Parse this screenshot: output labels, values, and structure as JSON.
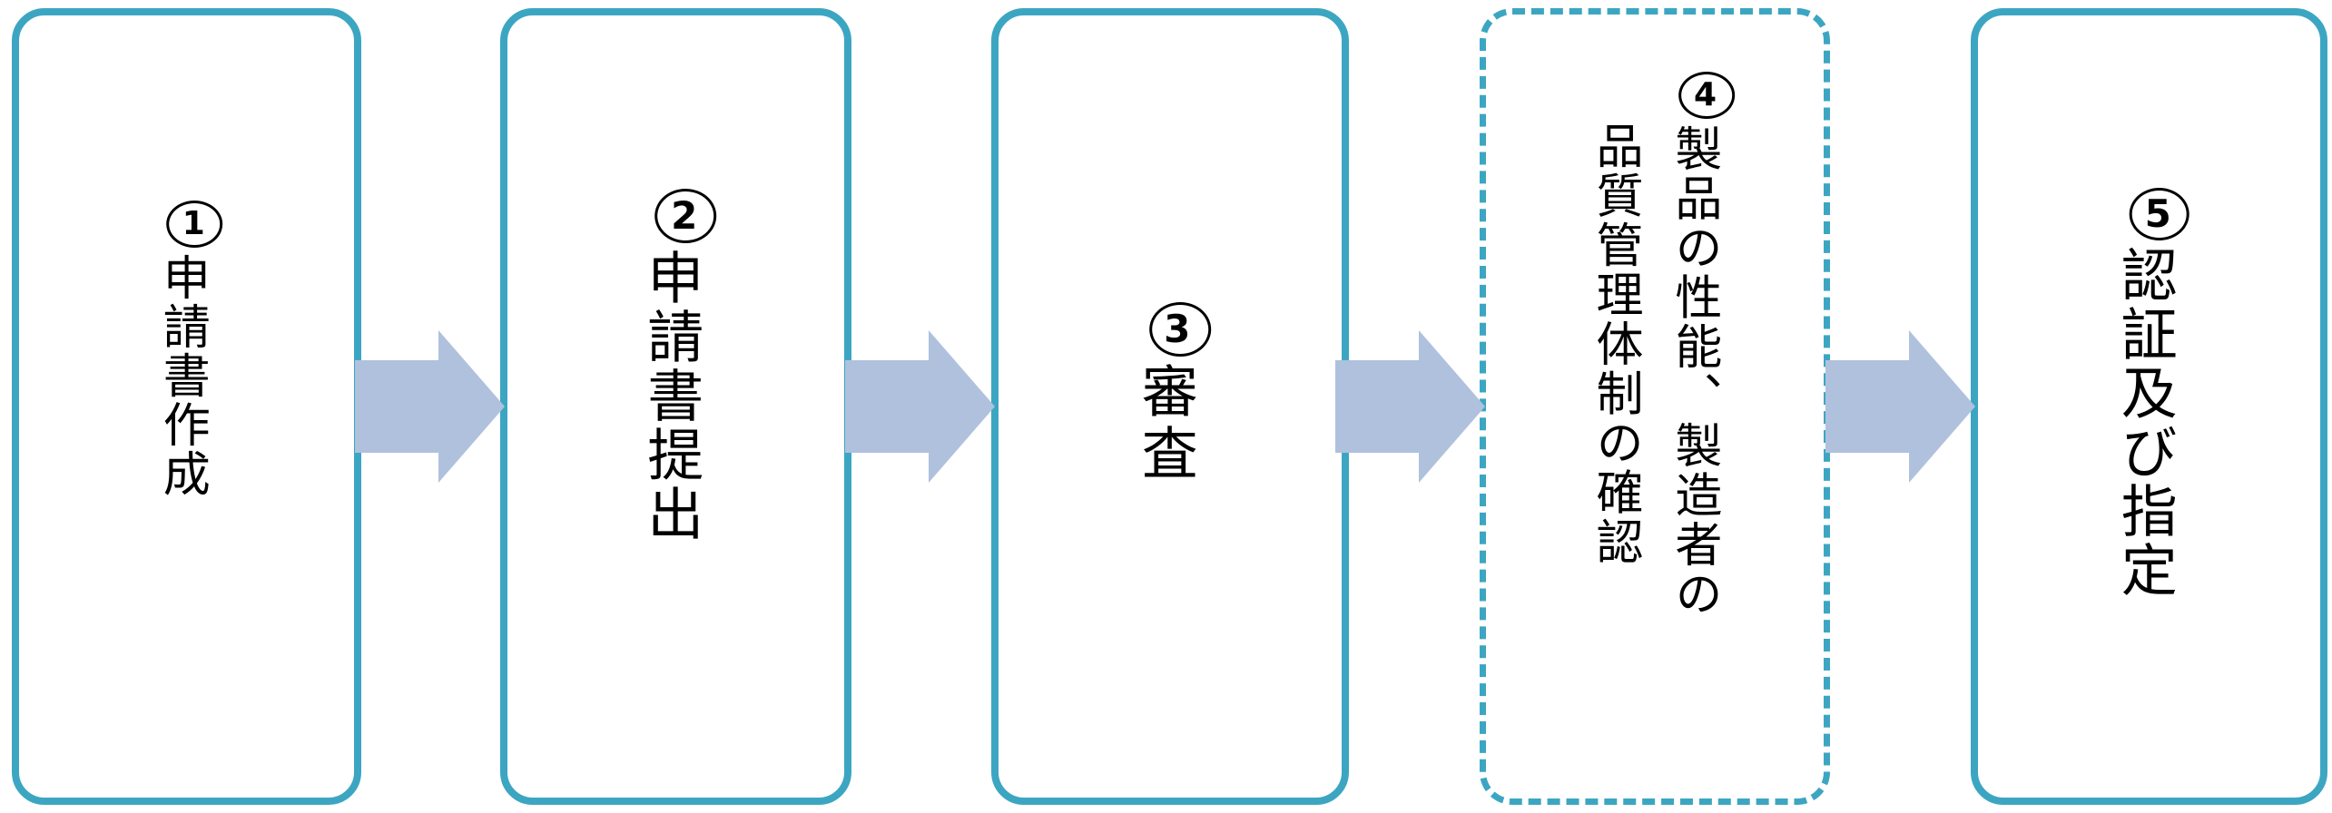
{
  "diagram": {
    "type": "horizontal-flow",
    "direction": "left-to-right",
    "steps": [
      {
        "number": "①",
        "label": "申請書作成",
        "border": "solid"
      },
      {
        "number": "②",
        "label": "申請書提出",
        "border": "solid"
      },
      {
        "number": "③",
        "label": "審査",
        "border": "solid"
      },
      {
        "number": "④",
        "label": "製品の性能、製造者の品質管理体制の確認",
        "border": "dashed"
      },
      {
        "number": "⑤",
        "label": "認証及び指定",
        "border": "solid"
      }
    ],
    "connector": {
      "shape": "right-block-arrow",
      "count": 4
    }
  },
  "colors": {
    "box_border": "#3CA6C2",
    "arrow_fill": "#AFC1DD",
    "text": "#000000",
    "background": "#FFFFFF"
  }
}
